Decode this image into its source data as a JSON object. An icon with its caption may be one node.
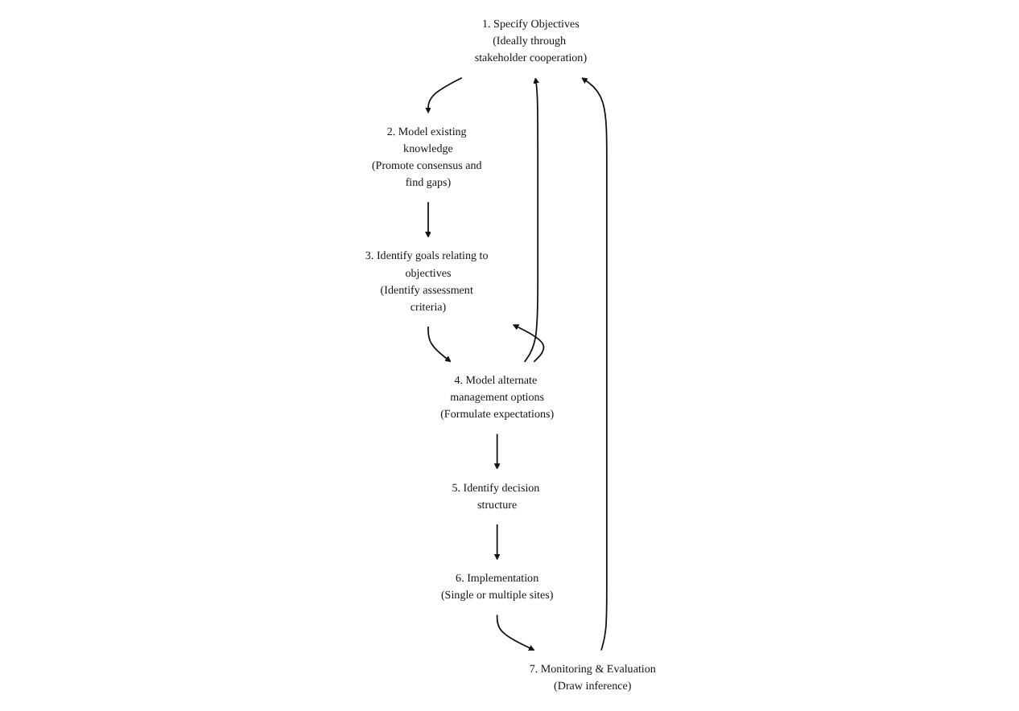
{
  "diagram": {
    "nodes": [
      {
        "text": [
          "1. Specify Objectives",
          "(Ideally through stakeholder cooperation)"
        ]
      },
      {
        "text": [
          "2. Model existing knowledge",
          "(Promote consensus and find gaps)"
        ]
      },
      {
        "text": [
          "3. Identify goals relating to objectives",
          "(Identify assessment criteria)"
        ]
      },
      {
        "text": [
          "4. Model alternate management options",
          "(Formulate expectations)"
        ]
      },
      {
        "text": [
          "5. Identify decision structure"
        ]
      },
      {
        "text": [
          "6. Implementation",
          "(Single or multiple sites)"
        ]
      },
      {
        "text": [
          "7. Monitoring & Evaluation",
          "(Draw inference)"
        ]
      }
    ],
    "edges": [
      {
        "from": 0,
        "to": 1,
        "arrow": "to"
      },
      {
        "from": 1,
        "to": 2,
        "arrow": "to"
      },
      {
        "from": 2,
        "to": 3,
        "arrow": "to"
      },
      {
        "from": 3,
        "to": 4,
        "arrow": "to"
      },
      {
        "from": 4,
        "to": 5,
        "arrow": "to"
      },
      {
        "from": 5,
        "to": 6,
        "arrow": "to"
      },
      {
        "from": 6,
        "to": 0,
        "arrow": "to"
      },
      {
        "from": 3,
        "to": 0,
        "arrow": "to"
      },
      {
        "from": 3,
        "to": 2,
        "arrow": "to"
      }
    ]
  }
}
